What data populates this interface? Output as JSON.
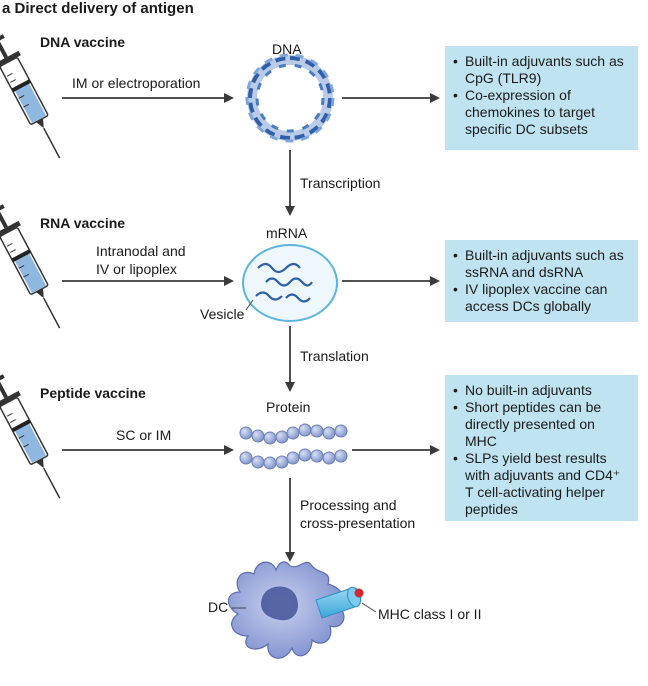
{
  "title": "a  Direct delivery of antigen",
  "rows": [
    {
      "vaccine_label": "DNA vaccine",
      "route": "IM or electroporation",
      "product": "DNA",
      "notes": [
        "Built-in adjuvants such as CpG (TLR9)",
        "Co-expression of chemokines to target specific DC subsets"
      ]
    },
    {
      "vaccine_label": "RNA vaccine",
      "route_line1": "Intranodal and",
      "route_line2": "IV or lipoplex",
      "product": "mRNA",
      "vesicle_label": "Vesicle",
      "notes": [
        "Built-in adjuvants such as ssRNA and dsRNA",
        "IV lipoplex vaccine can access DCs globally"
      ]
    },
    {
      "vaccine_label": "Peptide vaccine",
      "route": "SC or IM",
      "product": "Protein",
      "notes": [
        "No built-in adjuvants",
        "Short peptides can be directly presented on MHC",
        "SLPs yield best results with adjuvants and CD4⁺ T cell-activating helper peptides"
      ]
    }
  ],
  "steps": {
    "transcription": "Transcription",
    "translation": "Translation",
    "processing_line1": "Processing and",
    "processing_line2": "cross-presentation"
  },
  "dc": {
    "label": "DC",
    "mhc_label": "MHC class I or II"
  },
  "colors": {
    "box_fill": "#bfe3f1",
    "dna_blue": "#2f5fa8",
    "bead": "#8fa3d6",
    "dc_body": "#8e9ed6",
    "mhc": "#5bbbe6",
    "antigen": "#d8262e",
    "arrow": "#3a3a3a"
  }
}
